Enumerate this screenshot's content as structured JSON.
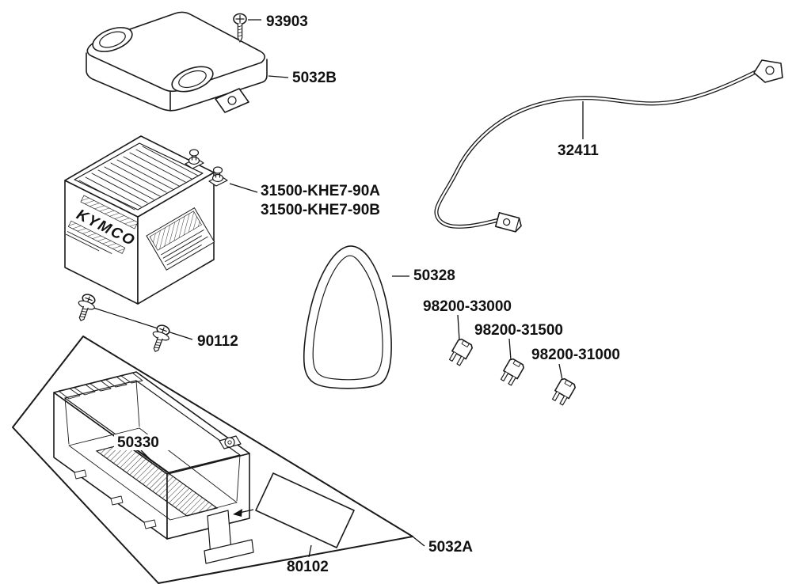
{
  "parts": {
    "screw": {
      "label": "93903"
    },
    "cover": {
      "label": "5032B"
    },
    "cable": {
      "label": "32411"
    },
    "battery": {
      "label_a": "31500-KHE7-90A",
      "label_b": "31500-KHE7-90B",
      "brand": "KYMCO"
    },
    "band": {
      "label": "50328"
    },
    "fuse_1": {
      "label": "98200-33000"
    },
    "fuse_2": {
      "label": "98200-31500"
    },
    "fuse_3": {
      "label": "98200-31000"
    },
    "bolt": {
      "label": "90112"
    },
    "insulator_plate": {
      "label": "50330"
    },
    "caution_label": {
      "label": "80102"
    },
    "box": {
      "label": "5032A"
    }
  },
  "colors": {
    "line": "#1a1a1a",
    "background": "#ffffff"
  }
}
